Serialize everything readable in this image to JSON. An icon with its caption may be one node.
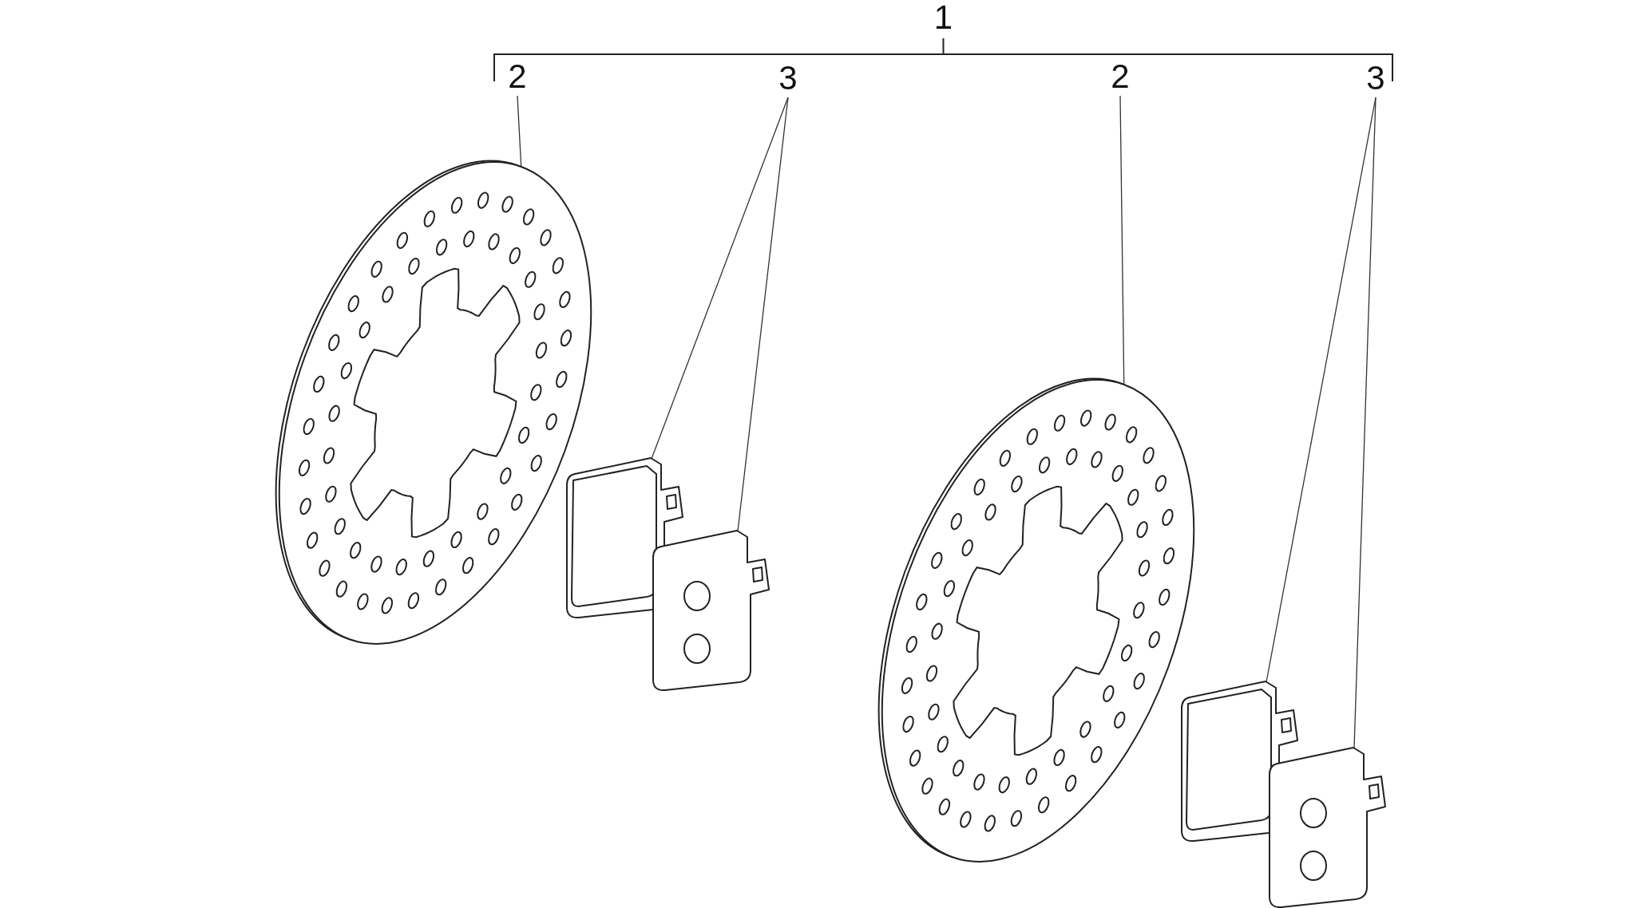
{
  "diagram": {
    "nodes": [
      {
        "text": [
          "2"
        ]
      },
      {
        "text": [],
        "shape": "picture"
      },
      {
        "text": [
          "3"
        ]
      },
      {
        "text": [],
        "shape": "picture"
      },
      {
        "text": [],
        "shape": "picture"
      },
      {
        "text": [
          "2"
        ]
      },
      {
        "text": [],
        "shape": "picture"
      },
      {
        "text": [
          "3"
        ]
      },
      {
        "text": [],
        "shape": "picture"
      },
      {
        "text": [],
        "shape": "picture"
      }
    ],
    "edges": [
      {
        "from": 0,
        "to": 1,
        "arrow": "none"
      },
      {
        "from": 2,
        "to": 3,
        "arrow": "none"
      },
      {
        "from": 2,
        "to": 4,
        "arrow": "none"
      },
      {
        "from": 5,
        "to": 6,
        "arrow": "none"
      },
      {
        "from": 7,
        "to": 8,
        "arrow": "none"
      },
      {
        "from": 7,
        "to": 9,
        "arrow": "none"
      }
    ],
    "labels": [
      "1"
    ]
  }
}
